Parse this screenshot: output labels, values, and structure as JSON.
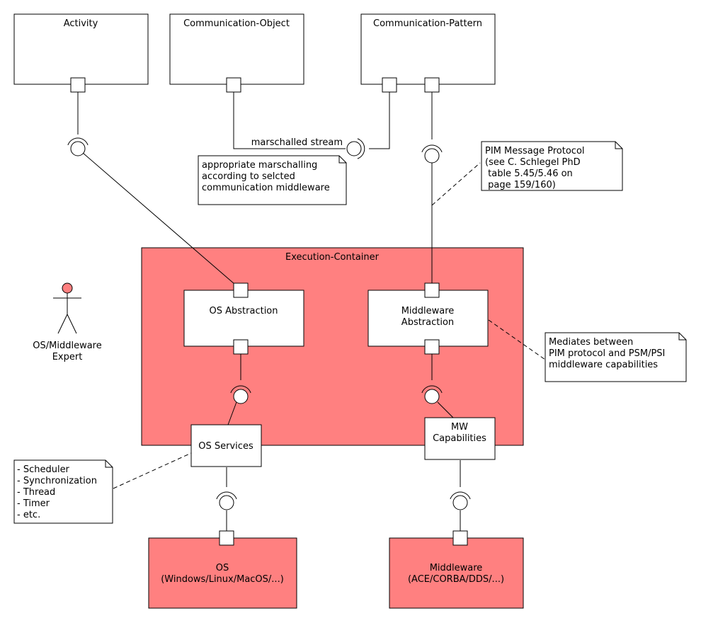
{
  "components": {
    "activity": "Activity",
    "communication_object": "Communication-Object",
    "communication_pattern": "Communication-Pattern",
    "execution_container": "Execution-Container",
    "os_abstraction": "OS Abstraction",
    "middleware_abstraction": [
      "Middleware",
      "Abstraction"
    ],
    "os_services": "OS Services",
    "mw_capabilities": [
      "MW",
      "Capabilities"
    ],
    "os": [
      "OS",
      "(Windows/Linux/MacOS/...)"
    ],
    "middleware": [
      "Middleware",
      "(ACE/CORBA/DDS/...)"
    ]
  },
  "actor": {
    "label": [
      "OS/Middleware",
      "Expert"
    ]
  },
  "connector_labels": {
    "marshalled_stream": "marschalled stream"
  },
  "notes": {
    "marshalling": [
      "appropriate marschalling",
      "according to selcted",
      "communication middleware"
    ],
    "pim_protocol": [
      "PIM Message Protocol",
      "(see C. Schlegel PhD",
      " table 5.45/5.46 on",
      " page 159/160)"
    ],
    "mediates": [
      "Mediates between",
      "PIM protocol and PSM/PSI",
      "middleware capabilities"
    ],
    "os_services_list": [
      "- Scheduler",
      "- Synchronization",
      "- Thread",
      "- Timer",
      "- etc."
    ]
  },
  "colors": {
    "highlight_fill": "#ff8080",
    "box_fill": "#ffffff",
    "line": "#000000"
  }
}
